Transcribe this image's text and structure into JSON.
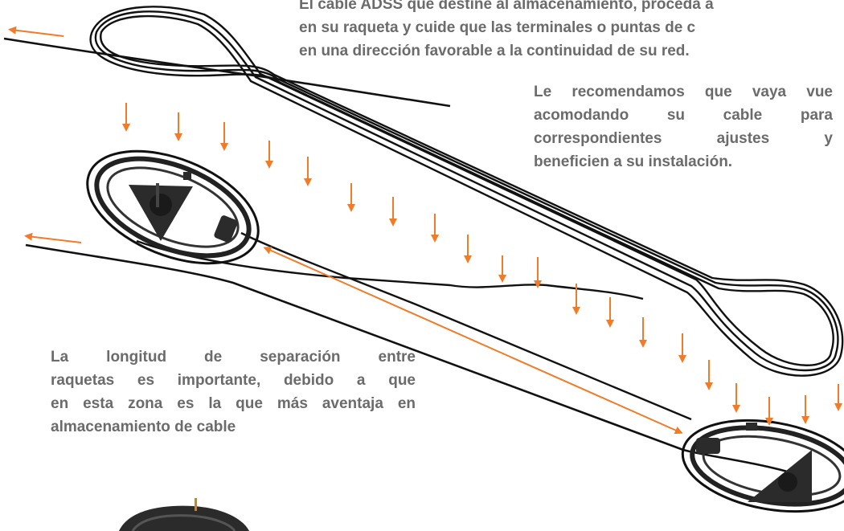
{
  "colors": {
    "accent_orange": "#f07c2a",
    "cable": "#111111",
    "racket_body": "#2b2b2b",
    "text": "#6b6b6b"
  },
  "texts": {
    "top": [
      "El cable ADSS que destine al almacenamiento, proceda a",
      "en su raqueta y cuide que las terminales o puntas de c",
      "en una dirección favorable a la continuidad de su red."
    ],
    "middle": [
      "Le recomendamos que vaya vue",
      "acomodando su cable para",
      "correspondientes ajustes y",
      "beneficien a su instalación."
    ],
    "bottom": [
      "La longitud de separación entre",
      "raquetas es importante, debido a que",
      "en esta zona es la que más aventaja en",
      "almacenamiento de cable"
    ]
  },
  "icons": [
    "cable-loop",
    "storage-racket",
    "direction-arrow",
    "separation-arrow"
  ]
}
